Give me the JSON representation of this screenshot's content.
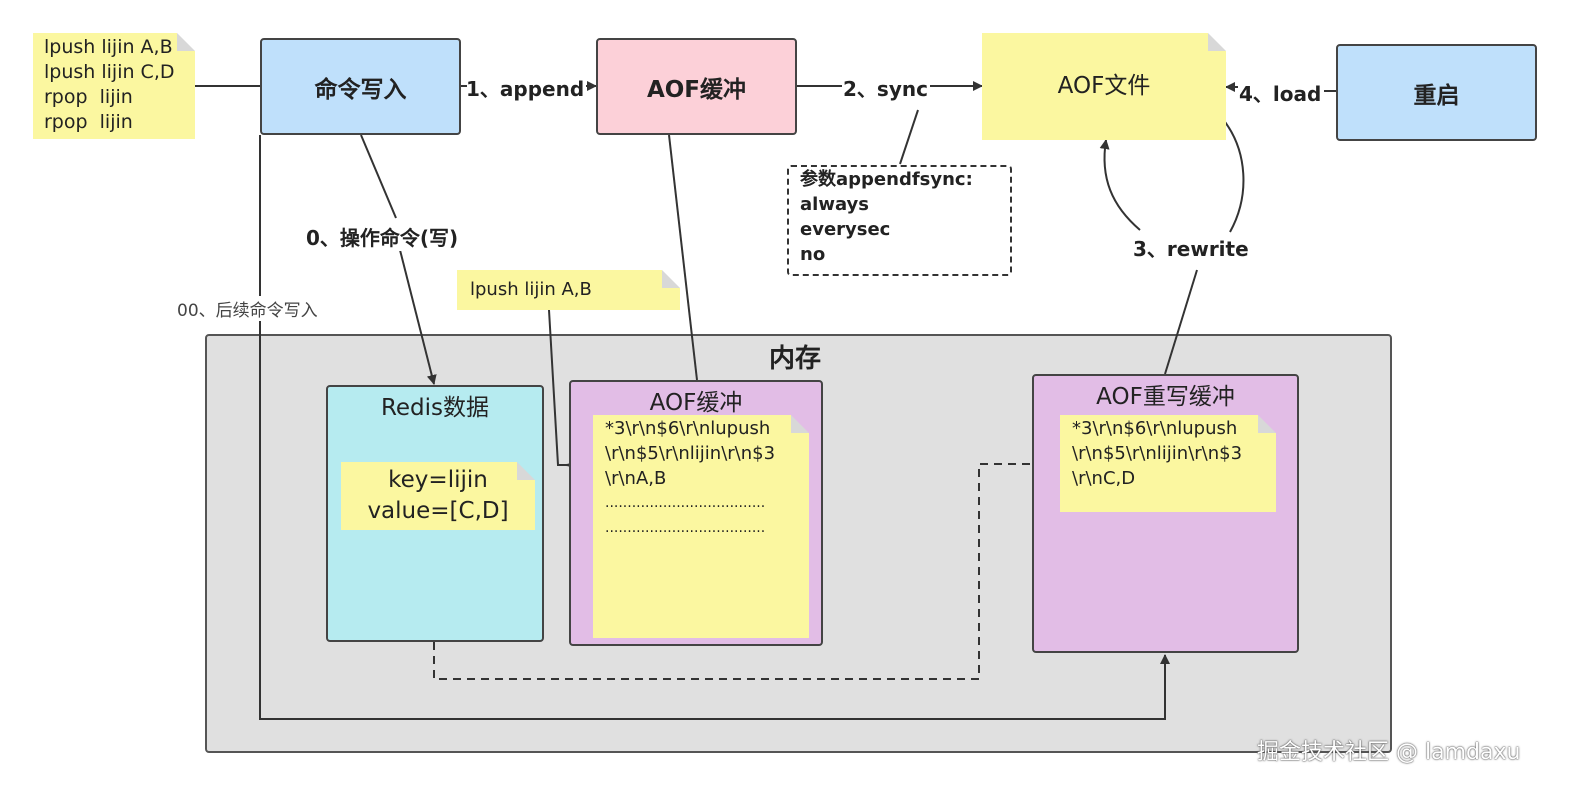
{
  "commands_note": [
    "lpush lijin A,B",
    "lpush lijin C,D",
    "rpop  lijin",
    "rpop  lijin"
  ],
  "nodes": {
    "cmd_write": "命令写入",
    "aof_buffer": "AOF缓冲",
    "aof_file": "AOF文件",
    "restart": "重启"
  },
  "edges": {
    "append": "1、append",
    "sync": "2、sync",
    "load": "4、load",
    "rewrite": "3、rewrite",
    "op_cmd": "0、操作命令(写)",
    "subsequent": "00、后续命令写入"
  },
  "fsync_param": {
    "title": "参数appendfsync:",
    "options": [
      "always",
      "everysec",
      "no"
    ]
  },
  "floating_note": "lpush lijin A,B",
  "memory": {
    "title": "内存",
    "redis_data": {
      "title": "Redis数据",
      "key_line": "key=lijin",
      "value_line": "value=[C,D]"
    },
    "aof_buffer": {
      "title": "AOF缓冲",
      "lines": [
        "*3\\r\\n$6\\r\\nlupush",
        "\\r\\n$5\\r\\nlijin\\r\\n$3",
        "\\r\\nA,B"
      ],
      "dots": [
        "....................................",
        "...................................."
      ]
    },
    "aof_rewrite_buffer": {
      "title": "AOF重写缓冲",
      "lines": [
        "*3\\r\\n$6\\r\\nlupush",
        "\\r\\n$5\\r\\nlijin\\r\\n$3",
        "\\r\\nC,D"
      ]
    }
  },
  "watermark": "掘金技术社区 @ lamdaxu"
}
